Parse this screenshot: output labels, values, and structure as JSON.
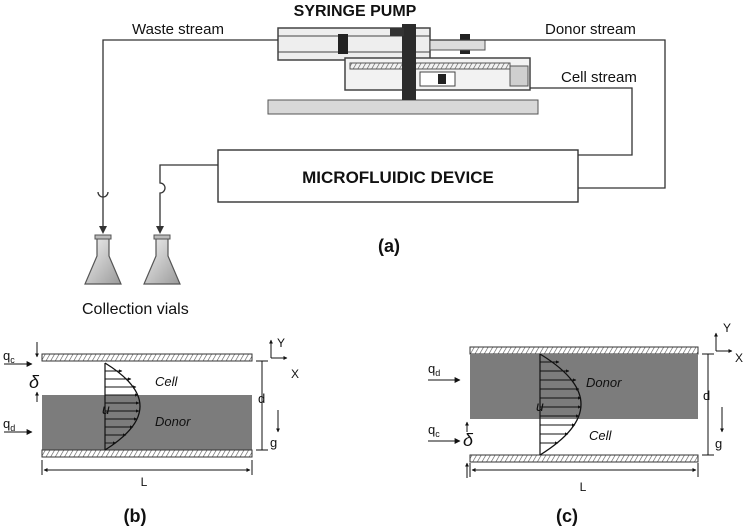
{
  "panel_a": {
    "pump_title": "SYRINGE PUMP",
    "waste_label": "Waste stream",
    "donor_stream_label": "Donor stream",
    "cell_stream_label": "Cell  stream",
    "device_label": "MICROFLUIDIC DEVICE",
    "vials_label": "Collection vials",
    "caption": "(a)"
  },
  "panel_b": {
    "qc": "q",
    "qc_sub": "c",
    "delta": "δ",
    "qd": "q",
    "qd_sub": "d",
    "cell": "Cell",
    "donor": "Donor",
    "u": "u",
    "d": "d",
    "g": "g",
    "L": "L",
    "axis_y": "Y",
    "axis_x": "X",
    "caption": "(b)"
  },
  "panel_c": {
    "qd": "q",
    "qd_sub": "d",
    "qc": "q",
    "qc_sub": "c",
    "delta": "δ",
    "donor": "Donor",
    "cell": "Cell",
    "u": "u",
    "d": "d",
    "g": "g",
    "L": "L",
    "axis_y": "Y",
    "axis_x": "X",
    "caption": "(c)"
  }
}
